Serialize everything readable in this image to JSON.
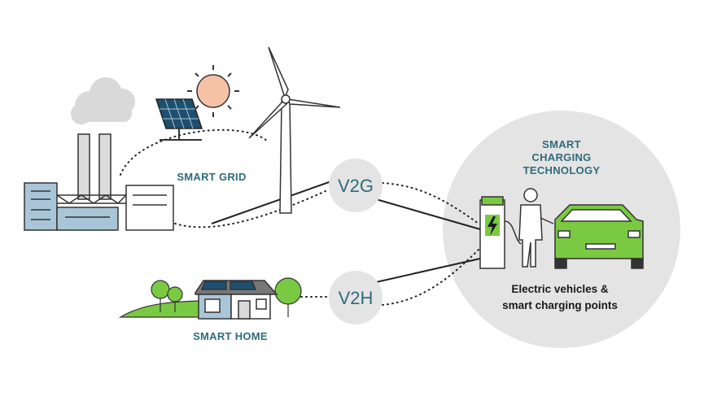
{
  "labels": {
    "smart_grid": "SMART GRID",
    "smart_home": "SMART HOME",
    "v2g": "V2G",
    "v2h": "V2H",
    "tech_line1": "SMART",
    "tech_line2": "CHARGING",
    "tech_line3": "TECHNOLOGY",
    "ev_line1": "Electric vehicles &",
    "ev_line2": "smart charging points"
  },
  "colors": {
    "accent_green": "#7ac943",
    "teal_text": "#2f6b7a",
    "factory_blue": "#a9c6d8",
    "sun_peach": "#f6c2a6",
    "circle_gray": "#e4e4e4"
  },
  "icons": [
    "factory-icon",
    "solar-panel-icon",
    "sun-icon",
    "wind-turbine-icon",
    "house-icon",
    "ev-charger-icon",
    "person-icon",
    "electric-car-icon",
    "cloud-icon",
    "tree-icon"
  ]
}
